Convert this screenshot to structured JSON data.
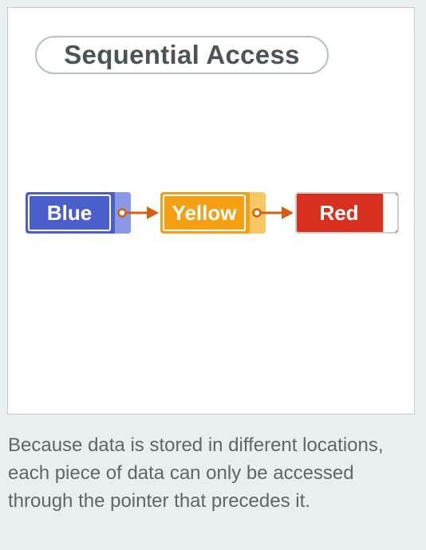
{
  "diagram": {
    "title": "Sequential Access",
    "nodes": [
      {
        "label": "Blue",
        "color": "#4a5fcb",
        "pointer_color": "#8a98e6"
      },
      {
        "label": "Yellow",
        "color": "#f5a012",
        "pointer_color": "#f8c766"
      },
      {
        "label": "Red",
        "color": "#d92f1f",
        "pointer_color": "#ffffff"
      }
    ],
    "arrow_color": "#d4600e"
  },
  "caption": "Because data is stored in different locations, each piece of data can only be accessed through the pointer that precedes it."
}
